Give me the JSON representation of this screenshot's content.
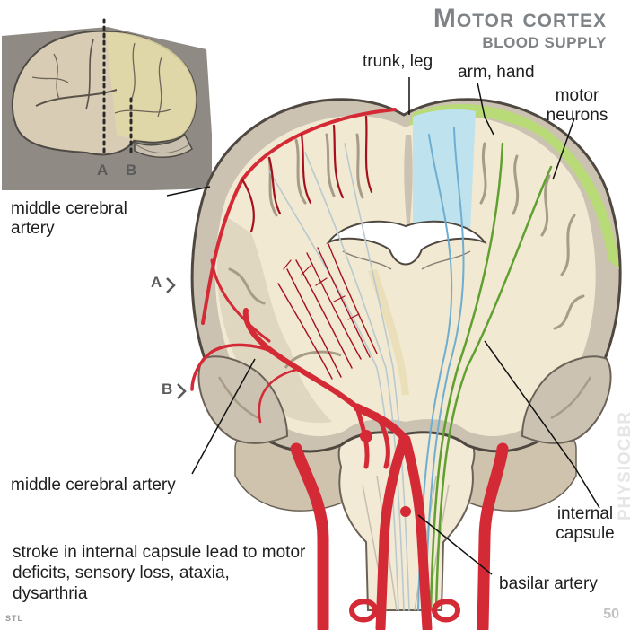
{
  "title": {
    "main": "Motor cortex",
    "subtitle": "BLOOD SUPPLY"
  },
  "labels": {
    "trunk_leg": "trunk, leg",
    "arm_hand": "arm, hand",
    "motor_neurons": "motor neurons",
    "middle_cerebral_artery_top": "middle cerebral artery",
    "middle_cerebral_artery_bottom": "middle cerebral artery",
    "internal_capsule": "internal capsule",
    "basilar_artery": "basilar artery"
  },
  "section_markers": {
    "inset_a": "A",
    "inset_b": "B",
    "slice_a": "A",
    "slice_b": "B"
  },
  "note": "stroke in internal capsule lead to motor deficits, sensory loss, ataxia, dysarthria",
  "watermark": "PHYSIOCBR",
  "page_number": "50",
  "credit": "STL",
  "colors": {
    "artery": "#d42a36",
    "artery_dark": "#a5101e",
    "leg_area": "#bfe3ee",
    "arm_area": "#b6dc74",
    "cortex": "#cbc2b2",
    "white_matter": "#f1e9d2",
    "title": "#7f8386"
  }
}
